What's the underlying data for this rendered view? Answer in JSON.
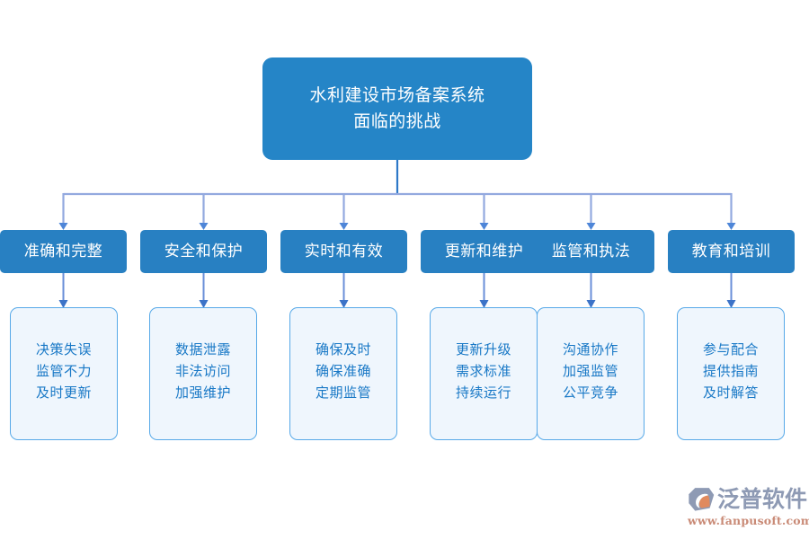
{
  "diagram": {
    "type": "org-chart",
    "background_color": "#ffffff",
    "root": {
      "label": "水利建设市场备案系统\n面临的挑战",
      "fill_color": "#2585C7",
      "text_color": "#ffffff"
    },
    "connector": {
      "bus_color": "#93A9DF",
      "stem_color": "#2E78C8",
      "arrow_color": "#3C73C8"
    },
    "category_style": {
      "fill_color": "#2880C2",
      "text_color": "#ffffff"
    },
    "detail_style": {
      "fill_color": "#EFF6FD",
      "border_color": "#57A9E8",
      "text_color": "#1878C6"
    },
    "columns": [
      {
        "category": "准确和完整",
        "detail": "决策失误\n监管不力\n及时更新",
        "detail_lines": [
          "决策失误",
          "监管不力",
          "及时更新"
        ]
      },
      {
        "category": "安全和保护",
        "detail": "数据泄露\n非法访问\n加强维护",
        "detail_lines": [
          "数据泄露",
          "非法访问",
          "加强维护"
        ]
      },
      {
        "category": "实时和有效",
        "detail": "确保及时\n确保准确\n定期监管",
        "detail_lines": [
          "确保及时",
          "确保准确",
          "定期监管"
        ]
      },
      {
        "category": "更新和维护",
        "detail": "更新升级\n需求标准\n持续运行",
        "detail_lines": [
          "更新升级",
          "需求标准",
          "持续运行"
        ]
      },
      {
        "category": "监管和执法",
        "detail": "沟通协作\n加强监管\n公平竞争",
        "detail_lines": [
          "沟通协作",
          "加强监管",
          "公平竞争"
        ]
      },
      {
        "category": "教育和培训",
        "detail": "参与配合\n提供指南\n及时解答",
        "detail_lines": [
          "参与配合",
          "提供指南",
          "及时解答"
        ]
      }
    ]
  },
  "watermark": {
    "brand": "泛普软件",
    "url": "www.fanpusoft.com",
    "brand_color": "#8E9AB4",
    "url_color": "#C98A76",
    "mark_color": "#8E9AB4",
    "mark_accent_color": "#E08A5E"
  }
}
